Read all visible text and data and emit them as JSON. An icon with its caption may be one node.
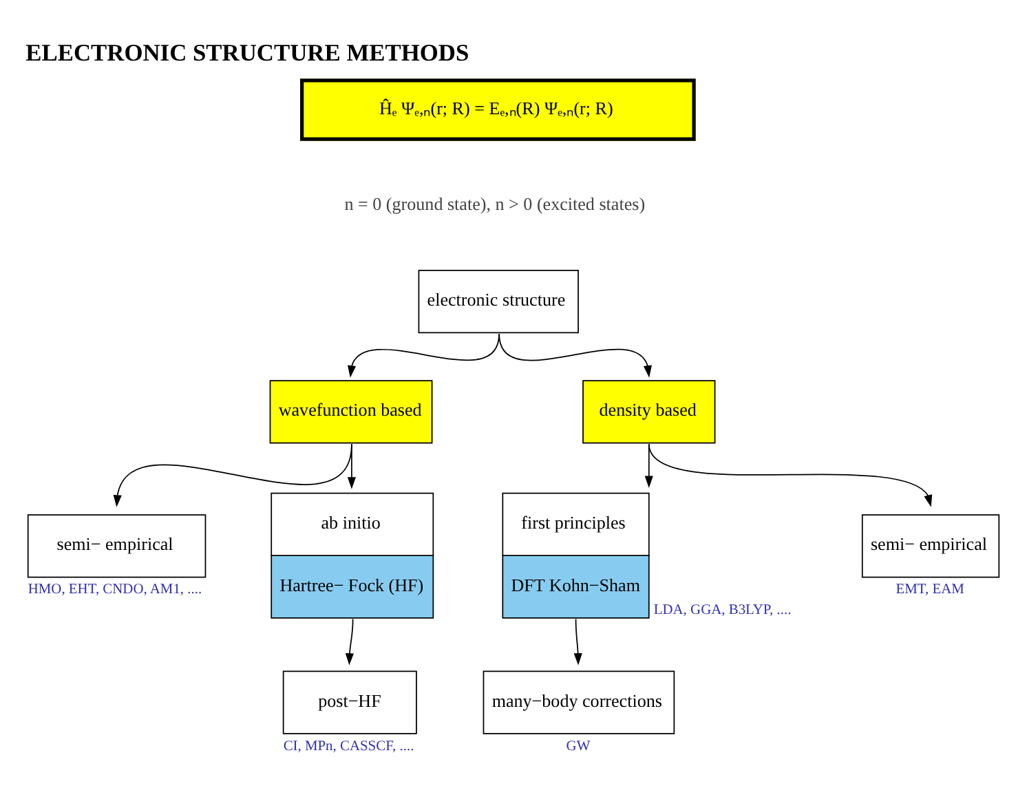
{
  "diagram": {
    "title": "ELECTRONIC STRUCTURE METHODS",
    "nodes": [
      {
        "text": [
          "Ĥₑ Ψₑ,ₙ(r; R) = Eₑ,ₙ(R) Ψₑ,ₙ(r; R)"
        ]
      },
      {
        "text": [
          "electronic structure"
        ]
      },
      {
        "text": [
          "wavefunction based"
        ]
      },
      {
        "text": [
          "density based"
        ]
      },
      {
        "text": [
          "semi− empirical"
        ],
        "beside": [
          "HMO, EHT, CNDO, AM1, ...."
        ]
      },
      {
        "text": [
          "ab initio",
          "Hartree− Fock (HF)"
        ]
      },
      {
        "text": [
          "post−HF"
        ],
        "beside": [
          "CI, MPn, CASSCF, ...."
        ]
      },
      {
        "text": [
          "first principles",
          "DFT Kohn−Sham"
        ],
        "beside": [
          "LDA, GGA, B3LYP, ...."
        ]
      },
      {
        "text": [
          "many−body corrections"
        ],
        "beside": [
          "GW"
        ]
      },
      {
        "text": [
          "semi− empirical"
        ],
        "beside": [
          "EMT, EAM"
        ]
      }
    ],
    "edges": [
      {
        "from": 1,
        "to": 2,
        "arrow": "to"
      },
      {
        "from": 1,
        "to": 3,
        "arrow": "to"
      },
      {
        "from": 2,
        "to": 4,
        "arrow": "to"
      },
      {
        "from": 2,
        "to": 5,
        "arrow": "to"
      },
      {
        "from": 3,
        "to": 7,
        "arrow": "to"
      },
      {
        "from": 3,
        "to": 9,
        "arrow": "to"
      },
      {
        "from": 5,
        "to": 6,
        "arrow": "to"
      },
      {
        "from": 7,
        "to": 8,
        "arrow": "to"
      }
    ],
    "labels": [
      "n = 0 (ground state), n > 0 (excited states)"
    ]
  }
}
